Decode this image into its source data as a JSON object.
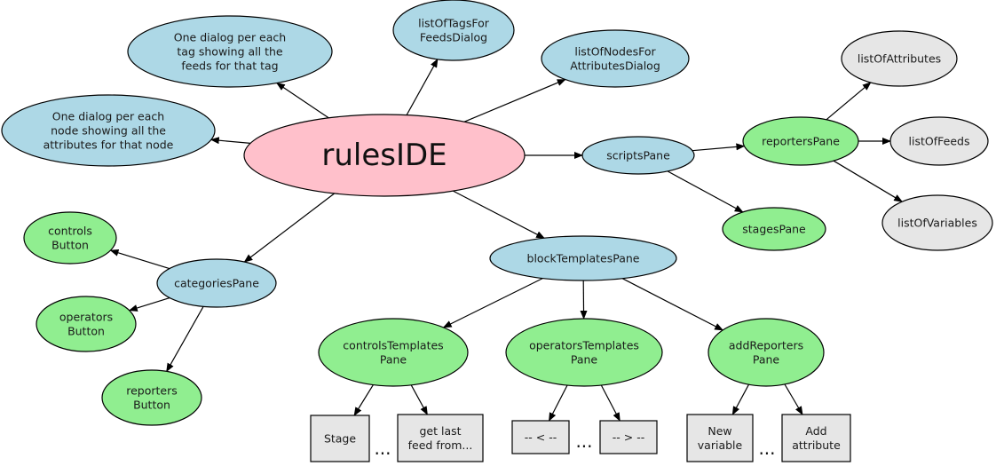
{
  "colors": {
    "root": "#ffc0cb",
    "blue": "#add8e6",
    "green": "#90ee90",
    "grey": "#e6e6e6",
    "box": "#e6e6e6"
  },
  "nodes": [
    {
      "id": "rulesIDE",
      "kind": "root",
      "lines": [
        "rulesIDE"
      ]
    },
    {
      "id": "tagDialogs",
      "kind": "blue",
      "lines": [
        "One dialog per each",
        "tag showing all the",
        "feeds for that tag"
      ]
    },
    {
      "id": "listOfTagsForFeedsDialog",
      "kind": "blue",
      "lines": [
        "listOfTagsFor",
        "FeedsDialog"
      ]
    },
    {
      "id": "listOfNodesForAttributesDialog",
      "kind": "blue",
      "lines": [
        "listOfNodesFor",
        "AttributesDialog"
      ]
    },
    {
      "id": "nodeDialogs",
      "kind": "blue",
      "lines": [
        "One dialog per each",
        "node showing all the",
        "attributes for that node"
      ]
    },
    {
      "id": "scriptsPane",
      "kind": "blue",
      "lines": [
        "scriptsPane"
      ]
    },
    {
      "id": "reportersPane",
      "kind": "green",
      "lines": [
        "reportersPane"
      ]
    },
    {
      "id": "listOfAttributes",
      "kind": "grey",
      "lines": [
        "listOfAttributes"
      ]
    },
    {
      "id": "listOfFeeds",
      "kind": "grey",
      "lines": [
        "listOfFeeds"
      ]
    },
    {
      "id": "listOfVariables",
      "kind": "grey",
      "lines": [
        "listOfVariables"
      ]
    },
    {
      "id": "stagesPane",
      "kind": "green",
      "lines": [
        "stagesPane"
      ]
    },
    {
      "id": "categoriesPane",
      "kind": "blue",
      "lines": [
        "categoriesPane"
      ]
    },
    {
      "id": "controlsButton",
      "kind": "green",
      "lines": [
        "controls",
        "Button"
      ]
    },
    {
      "id": "operatorsButton",
      "kind": "green",
      "lines": [
        "operators",
        "Button"
      ]
    },
    {
      "id": "reportersButton",
      "kind": "green",
      "lines": [
        "reporters",
        "Button"
      ]
    },
    {
      "id": "blockTemplatesPane",
      "kind": "blue",
      "lines": [
        "blockTemplatesPane"
      ]
    },
    {
      "id": "controlsTemplatesPane",
      "kind": "green",
      "lines": [
        "controlsTemplates",
        "Pane"
      ]
    },
    {
      "id": "operatorsTemplatesPane",
      "kind": "green",
      "lines": [
        "operatorsTemplates",
        "Pane"
      ]
    },
    {
      "id": "addReportersPane",
      "kind": "green",
      "lines": [
        "addReporters",
        "Pane"
      ]
    },
    {
      "id": "stageBox",
      "kind": "box",
      "lines": [
        "Stage"
      ]
    },
    {
      "id": "getLastFeedBox",
      "kind": "box",
      "lines": [
        "get last",
        "feed from..."
      ]
    },
    {
      "id": "ltBox",
      "kind": "box",
      "lines": [
        "-- < --"
      ]
    },
    {
      "id": "gtBox",
      "kind": "box",
      "lines": [
        "-- > --"
      ]
    },
    {
      "id": "newVariableBox",
      "kind": "box",
      "lines": [
        "New",
        "variable"
      ]
    },
    {
      "id": "addAttributeBox",
      "kind": "box",
      "lines": [
        "Add",
        "attribute"
      ]
    }
  ],
  "ellipses": [
    "...",
    "...",
    "..."
  ],
  "edges": [
    [
      "rulesIDE",
      "tagDialogs"
    ],
    [
      "rulesIDE",
      "listOfTagsForFeedsDialog"
    ],
    [
      "rulesIDE",
      "listOfNodesForAttributesDialog"
    ],
    [
      "rulesIDE",
      "nodeDialogs"
    ],
    [
      "rulesIDE",
      "scriptsPane"
    ],
    [
      "rulesIDE",
      "categoriesPane"
    ],
    [
      "rulesIDE",
      "blockTemplatesPane"
    ],
    [
      "scriptsPane",
      "reportersPane"
    ],
    [
      "scriptsPane",
      "stagesPane"
    ],
    [
      "reportersPane",
      "listOfAttributes"
    ],
    [
      "reportersPane",
      "listOfFeeds"
    ],
    [
      "reportersPane",
      "listOfVariables"
    ],
    [
      "categoriesPane",
      "controlsButton"
    ],
    [
      "categoriesPane",
      "operatorsButton"
    ],
    [
      "categoriesPane",
      "reportersButton"
    ],
    [
      "blockTemplatesPane",
      "controlsTemplatesPane"
    ],
    [
      "blockTemplatesPane",
      "operatorsTemplatesPane"
    ],
    [
      "blockTemplatesPane",
      "addReportersPane"
    ],
    [
      "controlsTemplatesPane",
      "stageBox"
    ],
    [
      "controlsTemplatesPane",
      "getLastFeedBox"
    ],
    [
      "operatorsTemplatesPane",
      "ltBox"
    ],
    [
      "operatorsTemplatesPane",
      "gtBox"
    ],
    [
      "addReportersPane",
      "newVariableBox"
    ],
    [
      "addReportersPane",
      "addAttributeBox"
    ]
  ]
}
